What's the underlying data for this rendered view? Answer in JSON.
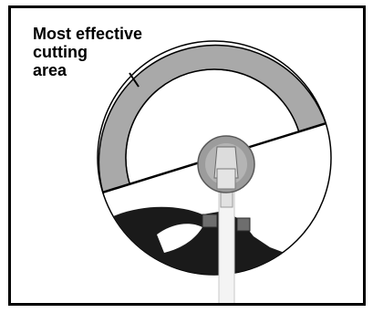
{
  "label": {
    "lines": [
      "Most effective",
      "cutting",
      "area"
    ]
  },
  "colors": {
    "effective_zone": "#a9a9a9",
    "outline": "#000000",
    "background": "#ffffff",
    "trimmer_head": "#9c9c9c",
    "guard": "#1a1a1a",
    "shaft": "#f4f4f4"
  }
}
